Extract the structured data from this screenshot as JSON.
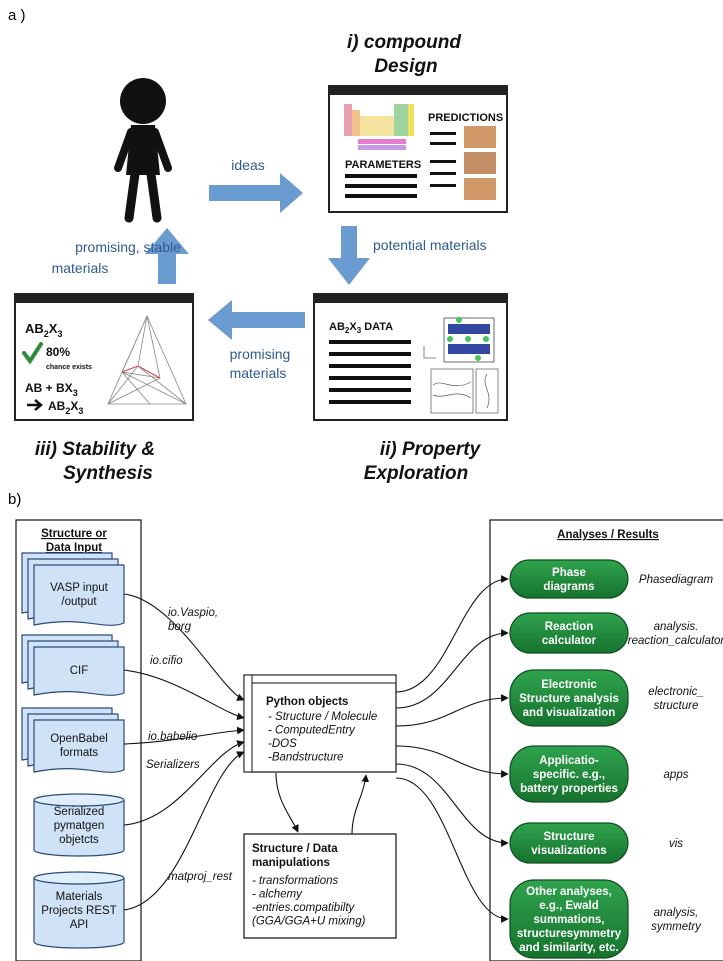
{
  "panel_a": {
    "label": "a )",
    "design_title": [
      "i) compound",
      "Design"
    ],
    "property_title": [
      "ii) Property",
      "Exploration"
    ],
    "stability_title": [
      "iii) Stability &",
      "Synthesis"
    ],
    "flow_ideas": "ideas",
    "flow_potential": "potential materials",
    "flow_promising_stable": [
      "promising, stable",
      "materials"
    ],
    "flow_promising": [
      "promising",
      "materials"
    ],
    "design_card": {
      "predictions": "PREDICTIONS",
      "parameters": "PARAMETERS"
    },
    "property_card": {
      "data_label_pre": "AB",
      "sub2": "2",
      "x": "X",
      "sub3": "3",
      "data_suffix": " DATA"
    },
    "stability_card": {
      "formula": "AB",
      "sub2": "2",
      "x": "X",
      "sub3": "3",
      "percent": "80%",
      "chance": "chance exists",
      "reaction": "AB + BX",
      "reaction_sub": "3",
      "product": "AB",
      "product_sub2": "2",
      "product_x": "X",
      "product_sub3": "3"
    }
  },
  "panel_b": {
    "label": "b)",
    "input_header": [
      "Structure or",
      "Data Input"
    ],
    "inputs": [
      {
        "lines": [
          "VASP input",
          "/output"
        ]
      },
      {
        "lines": [
          "CIF"
        ]
      },
      {
        "lines": [
          "OpenBabel",
          "formats"
        ]
      },
      {
        "lines": [
          "Serialized",
          "pymatgen",
          "objetcts"
        ]
      },
      {
        "lines": [
          "Materials",
          "Projects REST",
          "API"
        ]
      }
    ],
    "connectors": [
      {
        "lines": [
          "io.Vaspio,",
          "borg"
        ]
      },
      {
        "lines": [
          "io.cifio"
        ]
      },
      {
        "lines": [
          "io.babelio"
        ]
      },
      {
        "lines": [
          "Serializers"
        ]
      },
      {
        "lines": [
          "matproj_rest"
        ]
      }
    ],
    "python_objects": {
      "title": "Python objects",
      "items": [
        "- Structure / Molecule",
        "- ComputedEntry",
        "-DOS",
        "-Bandstructure"
      ]
    },
    "manipulations": {
      "title": "Structure / Data",
      "title2": "manipulations",
      "items": [
        "- transformations",
        "- alchemy",
        "-entries.compatibilty",
        "(GGA/GGA+U mixing)"
      ]
    },
    "results_header": "Analyses / Results",
    "results": [
      {
        "lines": [
          "Phase",
          "diagrams"
        ],
        "module": [
          "Phasediagram"
        ]
      },
      {
        "lines": [
          "Reaction",
          "calculator"
        ],
        "module": [
          "analysis.",
          "reaction_calculator"
        ]
      },
      {
        "lines": [
          "Electronic",
          "Structure analysis",
          "and visualization"
        ],
        "module": [
          "electronic_",
          "structure"
        ]
      },
      {
        "lines": [
          "Applicatio-",
          "specific. e.g.,",
          "battery properties"
        ],
        "module": [
          "apps"
        ]
      },
      {
        "lines": [
          "Structure",
          "visualizations"
        ],
        "module": [
          "vis"
        ]
      },
      {
        "lines": [
          "Other analyses,",
          "e.g., Ewald",
          "summations,",
          "structuresymmetry",
          "and similarity, etc."
        ],
        "module": [
          "analysis,",
          "symmetry"
        ]
      }
    ]
  },
  "colors": {
    "arrow_blue": "#6a9bd1",
    "flow_text": "#2f5b8f",
    "green": "#1f8a3a",
    "input_blue": "#cfe2f6"
  }
}
